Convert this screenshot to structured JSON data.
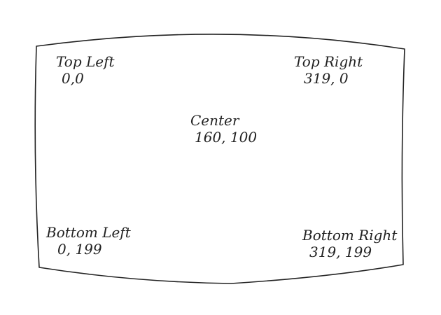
{
  "labels": {
    "top_left": {
      "name": "Top Left",
      "coords": "0,0"
    },
    "top_right": {
      "name": "Top Right",
      "coords": "319, 0"
    },
    "center": {
      "name": "Center",
      "coords": "160, 100"
    },
    "bottom_left": {
      "name": "Bottom Left",
      "coords": "0, 199"
    },
    "bottom_right": {
      "name": "Bottom Right",
      "coords": "319, 199"
    }
  },
  "colors": {
    "ink": "#222222",
    "background": "#ffffff"
  }
}
